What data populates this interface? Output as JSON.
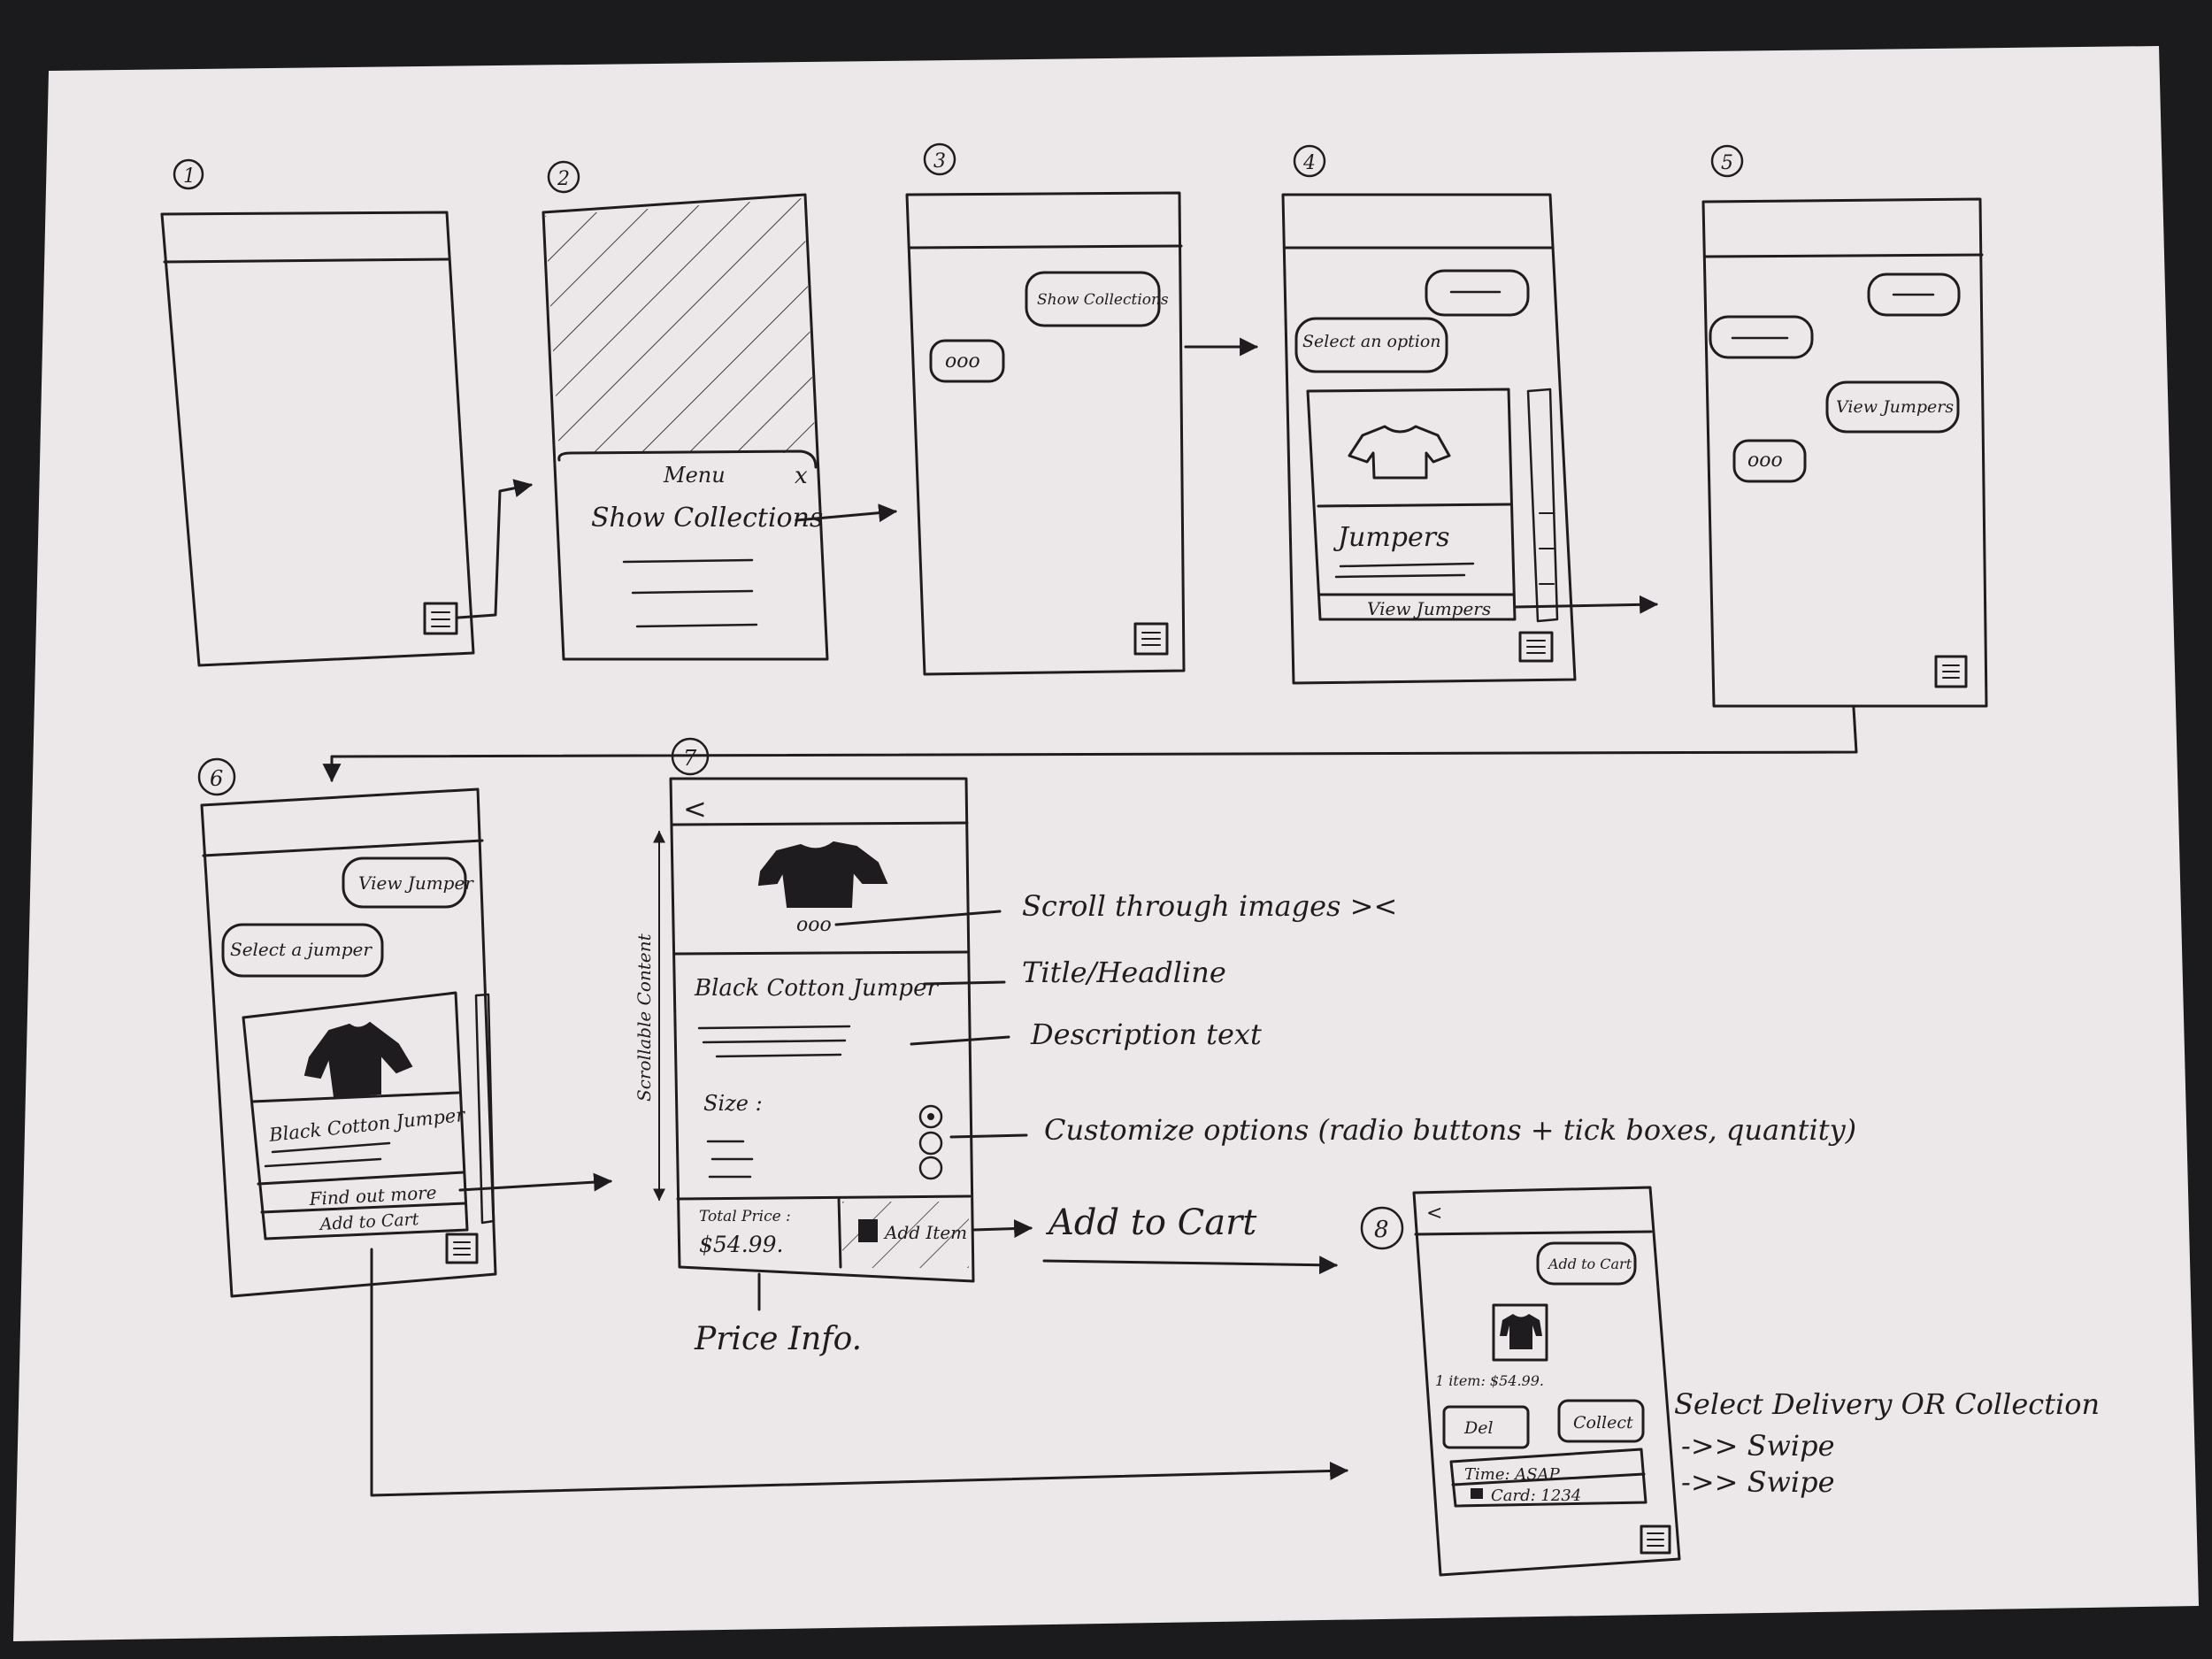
{
  "frame_numbers": [
    "1",
    "2",
    "3",
    "4",
    "5",
    "6",
    "7",
    "8"
  ],
  "screen2": {
    "menu_title": "Menu",
    "close": "x",
    "show_collections": "Show Collections"
  },
  "screen3": {
    "bubble_show_collections": "Show Collections",
    "typing": "ooo"
  },
  "screen4": {
    "bubble_select_option": "Select an option",
    "card_title": "Jumpers",
    "card_button": "View Jumpers"
  },
  "screen5": {
    "bubble_view_jumpers": "View Jumpers",
    "typing": "ooo"
  },
  "screen6": {
    "bubble_view_jumper": "View Jumper",
    "bubble_select_jumper": "Select a jumper",
    "card_title": "Black Cotton Jumper",
    "find_out_more": "Find out more",
    "add_to_cart": "Add to Cart"
  },
  "screen7": {
    "back": "<",
    "dots": "ooo",
    "title": "Black Cotton Jumper",
    "size_label": "Size :",
    "total_price_label": "Total Price :",
    "price": "$54.99.",
    "add_item": "Add Item",
    "side_label": "Scrollable Content"
  },
  "annotations": {
    "scroll_images": "Scroll through images ><",
    "title_headline": "Title/Headline",
    "description": "Description text",
    "customize": "Customize options (radio buttons + tick boxes, quantity)",
    "add_to_cart": "Add to Cart",
    "price_info": "Price Info.",
    "select_delivery": "Select Delivery OR Collection",
    "swipe_1": "->> Swipe",
    "swipe_2": "->> Swipe"
  },
  "screen8": {
    "back": "<",
    "bubble_add_to_cart": "Add to Cart",
    "item_line": "1 item: $54.99.",
    "delivery_button": "Del",
    "collect_button": "Collect",
    "time_field": "Time: ASAP",
    "card_field": "Card: 1234"
  },
  "colors": {
    "paper": "#ece8e9",
    "ink": "#1e1c1e",
    "background": "#1b1a1c"
  }
}
